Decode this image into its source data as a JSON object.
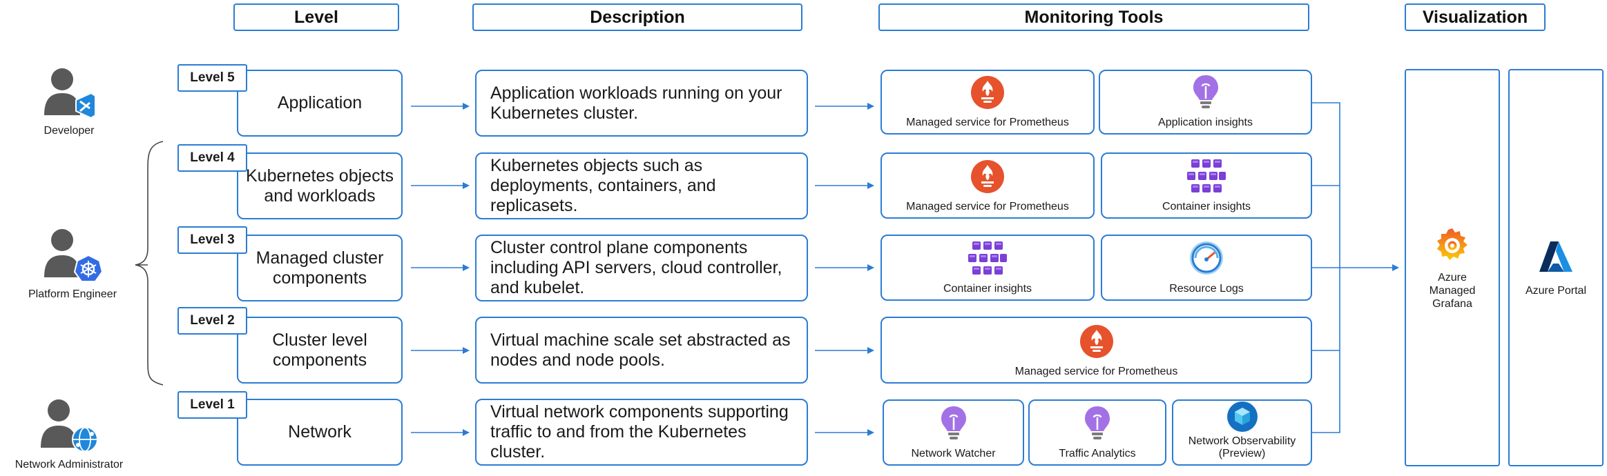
{
  "headers": {
    "level": "Level",
    "description": "Description",
    "monitoring": "Monitoring Tools",
    "visualization": "Visualization"
  },
  "personas": {
    "developer": "Developer",
    "platform_engineer": "Platform Engineer",
    "network_admin": "Network Administrator"
  },
  "levels": [
    {
      "tag": "Level 5",
      "name": "Application",
      "description": "Application workloads running on your Kubernetes cluster."
    },
    {
      "tag": "Level 4",
      "name": "Kubernetes objects and workloads",
      "description": "Kubernetes objects such as deployments, containers, and replicasets."
    },
    {
      "tag": "Level 3",
      "name": "Managed cluster components",
      "description": "Cluster control plane components including API servers, cloud controller, and kubelet."
    },
    {
      "tag": "Level 2",
      "name": "Cluster level components",
      "description": "Virtual machine scale set abstracted as nodes and node pools."
    },
    {
      "tag": "Level 1",
      "name": "Network",
      "description": "Virtual network components supporting traffic to and from the Kubernetes cluster."
    }
  ],
  "tools": {
    "l5": [
      "Managed service for Prometheus",
      "Application insights"
    ],
    "l4": [
      "Managed service for Prometheus",
      "Container insights"
    ],
    "l3": [
      "Container insights",
      "Resource Logs"
    ],
    "l2": [
      "Managed service for Prometheus"
    ],
    "l1": [
      "Network Watcher",
      "Traffic Analytics",
      "Network Observability (Preview)"
    ]
  },
  "visualization": {
    "grafana": "Azure Managed Grafana",
    "portal": "Azure Portal"
  },
  "icons": {
    "prometheus": "prometheus-icon",
    "app_insights": "lightbulb-icon",
    "container_insights": "container-cubes-icon",
    "resource_logs": "gauge-icon",
    "network_observability": "cube-icon",
    "grafana": "grafana-icon",
    "azure": "azure-logo-icon",
    "vscode": "vscode-icon",
    "kubernetes": "kubernetes-icon",
    "network": "globe-network-icon"
  },
  "colors": {
    "accent": "#2b7cd3",
    "prometheus": "#e6522c",
    "insights": "#a371e6",
    "container": "#7b3fd6"
  }
}
